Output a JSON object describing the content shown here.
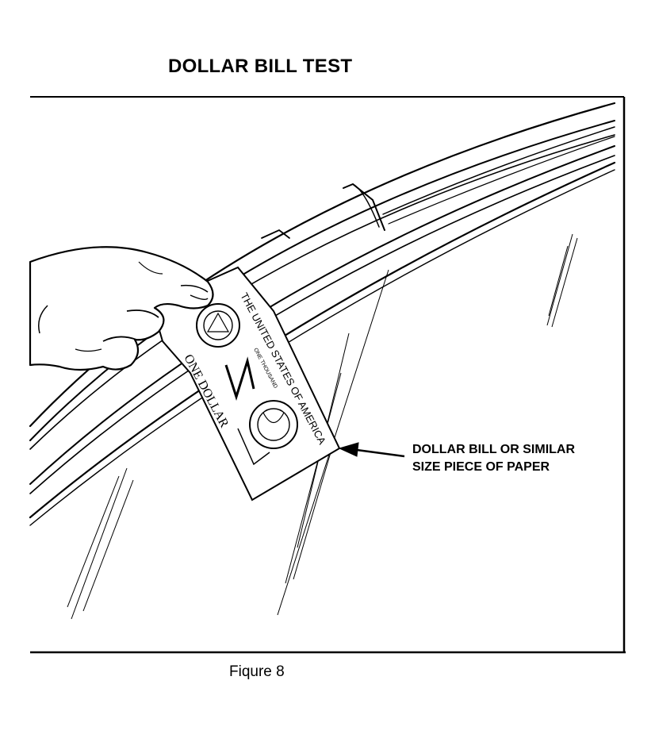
{
  "title": "DOLLAR BILL TEST",
  "callout": {
    "line1": "DOLLAR BILL OR SIMILAR",
    "line2": "SIZE PIECE OF PAPER"
  },
  "caption": "Fiqure 8",
  "bill_text": {
    "arc": "THE UNITED STATES OF AMERICA",
    "motto": "ONE THOUSAND",
    "denomination": "ONE DOLLAR"
  },
  "illustration": {
    "subject": "hand inserting dollar bill between windshield and roof trim",
    "icons": [
      "hand-icon",
      "dollar-bill-icon",
      "windshield-icon",
      "roof-trim-icon"
    ]
  },
  "colors": {
    "ink": "#000000",
    "paper": "#ffffff"
  }
}
